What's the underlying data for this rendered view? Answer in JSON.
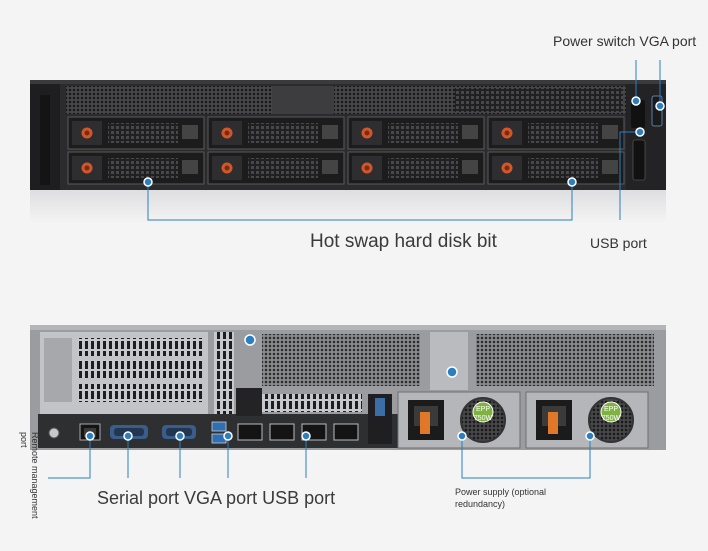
{
  "labels": {
    "power_vga": "Power switch VGA port",
    "hot_swap": "Hot swap hard disk bit",
    "usb_front": "USB port",
    "rear_ports": "Serial port VGA port USB port",
    "power_supply": "Power supply (optional redundancy)",
    "remote_mgmt": "Remote management port"
  },
  "badges": {
    "epp": "EPP",
    "watt": "750W"
  },
  "colors": {
    "callout": "#2a7fc1",
    "chassis": "#2b2b2d",
    "tray_orange": "#d0572a",
    "port_blue": "#3b6ea8",
    "epp_green": "#7fb241"
  },
  "icons": [
    "hard-disk-tray-icon",
    "usb-port-icon",
    "vga-port-icon",
    "serial-port-icon",
    "ethernet-port-icon",
    "power-inlet-icon",
    "fan-icon"
  ]
}
